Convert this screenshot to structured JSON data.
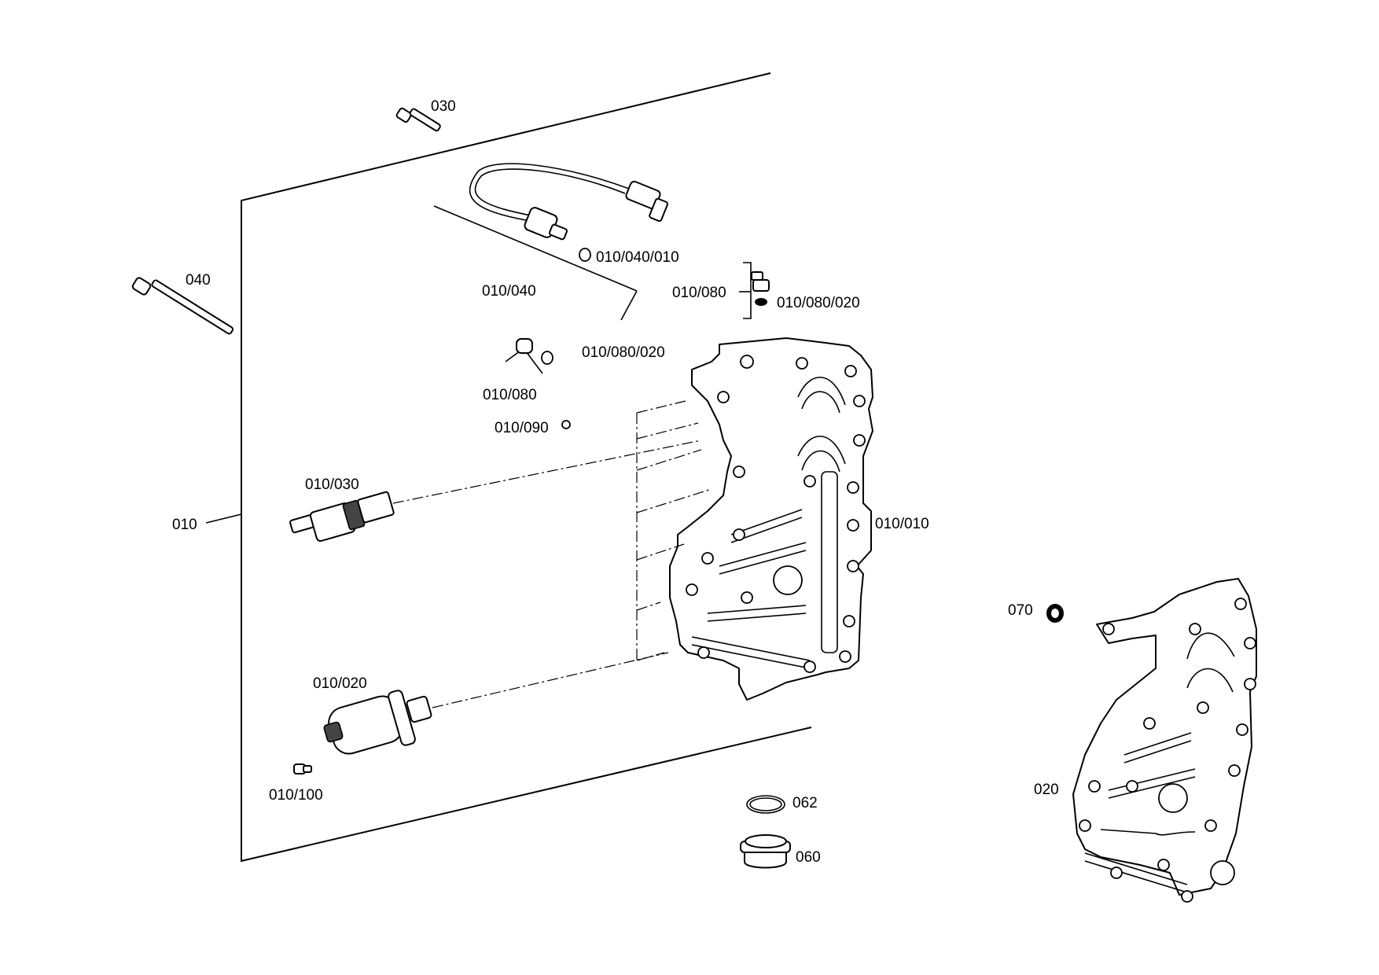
{
  "labels": {
    "p030": "030",
    "p040": "040",
    "p010": "010",
    "p010_040": "010/040",
    "p010_040_010": "010/040/010",
    "p010_080_a": "010/080",
    "p010_080_020_a": "010/080/020",
    "p010_080_b": "010/080",
    "p010_080_020_b": "010/080/020",
    "p010_090": "010/090",
    "p010_030": "010/030",
    "p010_010": "010/010",
    "p010_020": "010/020",
    "p010_100": "010/100",
    "p070": "070",
    "p020": "020",
    "p062": "062",
    "p060": "060"
  }
}
